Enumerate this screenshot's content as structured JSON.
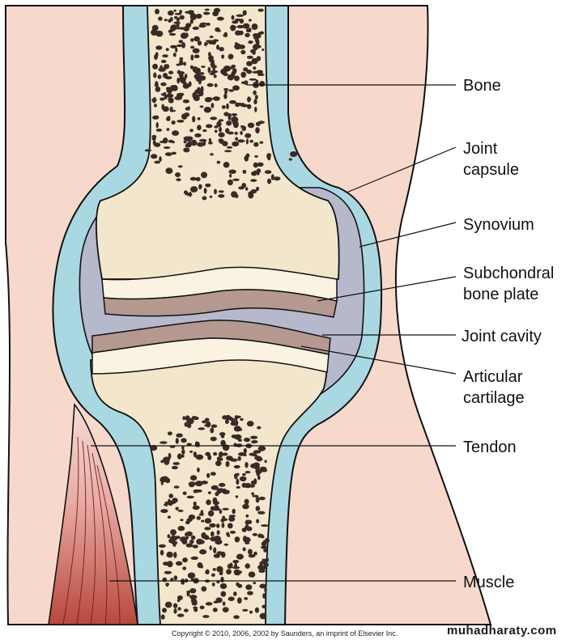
{
  "labels": {
    "bone": "Bone",
    "joint_capsule_1": "Joint",
    "joint_capsule_2": "capsule",
    "synovium": "Synovium",
    "subchondral_1": "Subchondral",
    "subchondral_2": "bone plate",
    "joint_cavity": "Joint cavity",
    "articular_1": "Articular",
    "articular_2": "cartilage",
    "tendon": "Tendon",
    "muscle": "Muscle"
  },
  "footer": {
    "copyright": "Copyright © 2010, 2006, 2002 by Saunders, an imprint of Elsevier Inc.",
    "watermark": "muhadharaty.com"
  },
  "colors": {
    "skin": "#f7d9cc",
    "capsule": "#a9d8e2",
    "bone": "#f2e6cc",
    "trabecula": "#3a2a26",
    "synovium": "#b6b8cc",
    "cartilage": "#fbf3e2",
    "subchondral": "#b59890",
    "muscle": "#b8483e",
    "tendon": "#f0c8c4"
  }
}
